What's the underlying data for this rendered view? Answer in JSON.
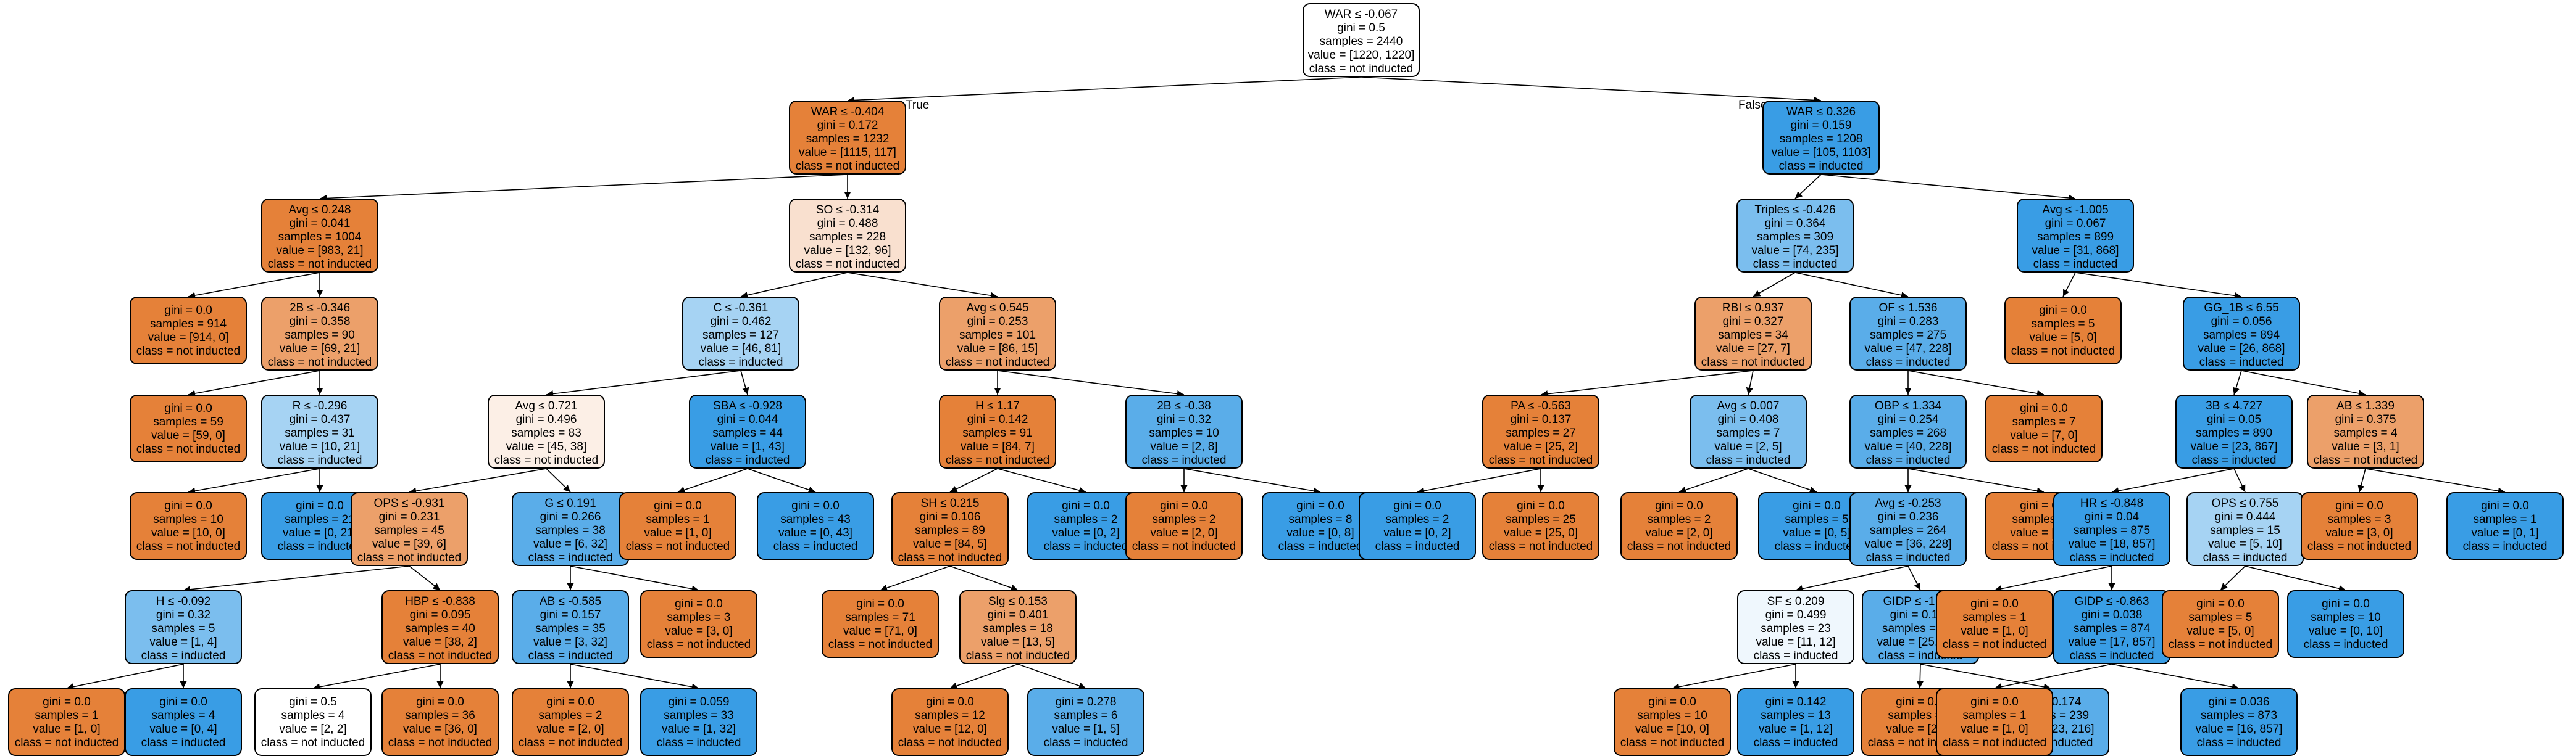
{
  "colors": {
    "orange_dark": "#e58139",
    "orange_mid": "#eca06a",
    "orange_light": "#f9e0cf",
    "orange_pale": "#fcefe6",
    "white": "#ffffff",
    "blue_dark": "#399de5",
    "blue_mid": "#5aade9",
    "blue_light": "#7bbeee",
    "blue_pale": "#a6d3f3",
    "blue_faint": "#eff7fd"
  },
  "edge_labels": {
    "true": "True",
    "false": "False"
  },
  "nodes": [
    {
      "id": "n0",
      "lines": [
        "WAR ≤ -0.067",
        "gini = 0.5",
        "samples = 2440",
        "value = [1220, 1220]",
        "class = not inducted"
      ],
      "fill": "white"
    },
    {
      "id": "n1",
      "lines": [
        "WAR ≤ -0.404",
        "gini = 0.172",
        "samples = 1232",
        "value = [1115, 117]",
        "class = not inducted"
      ],
      "fill": "orange_dark"
    },
    {
      "id": "n2",
      "lines": [
        "Avg ≤ 0.248",
        "gini = 0.041",
        "samples = 1004",
        "value = [983, 21]",
        "class = not inducted"
      ],
      "fill": "orange_dark"
    },
    {
      "id": "n3",
      "lines": [
        "gini = 0.0",
        "samples = 914",
        "value = [914, 0]",
        "class = not inducted"
      ],
      "fill": "orange_dark"
    },
    {
      "id": "n4",
      "lines": [
        "2B ≤ -0.346",
        "gini = 0.358",
        "samples = 90",
        "value = [69, 21]",
        "class = not inducted"
      ],
      "fill": "orange_mid"
    },
    {
      "id": "n5",
      "lines": [
        "gini = 0.0",
        "samples = 59",
        "value = [59, 0]",
        "class = not inducted"
      ],
      "fill": "orange_dark"
    },
    {
      "id": "n6",
      "lines": [
        "R ≤ -0.296",
        "gini = 0.437",
        "samples = 31",
        "value = [10, 21]",
        "class = inducted"
      ],
      "fill": "blue_pale"
    },
    {
      "id": "n7",
      "lines": [
        "gini = 0.0",
        "samples = 10",
        "value = [10, 0]",
        "class = not inducted"
      ],
      "fill": "orange_dark"
    },
    {
      "id": "n8",
      "lines": [
        "gini = 0.0",
        "samples = 21",
        "value = [0, 21]",
        "class = inducted"
      ],
      "fill": "blue_dark"
    },
    {
      "id": "n9",
      "lines": [
        "SO ≤ -0.314",
        "gini = 0.488",
        "samples = 228",
        "value = [132, 96]",
        "class = not inducted"
      ],
      "fill": "orange_light"
    },
    {
      "id": "n10",
      "lines": [
        "C ≤ -0.361",
        "gini = 0.462",
        "samples = 127",
        "value = [46, 81]",
        "class = inducted"
      ],
      "fill": "blue_pale"
    },
    {
      "id": "n11",
      "lines": [
        "Avg ≤ 0.721",
        "gini = 0.496",
        "samples = 83",
        "value = [45, 38]",
        "class = not inducted"
      ],
      "fill": "orange_pale"
    },
    {
      "id": "n12",
      "lines": [
        "OPS ≤ -0.931",
        "gini = 0.231",
        "samples = 45",
        "value = [39, 6]",
        "class = not inducted"
      ],
      "fill": "orange_mid"
    },
    {
      "id": "n13",
      "lines": [
        "H ≤ -0.092",
        "gini = 0.32",
        "samples = 5",
        "value = [1, 4]",
        "class = inducted"
      ],
      "fill": "blue_light"
    },
    {
      "id": "n14",
      "lines": [
        "gini = 0.0",
        "samples = 1",
        "value = [1, 0]",
        "class = not inducted"
      ],
      "fill": "orange_dark"
    },
    {
      "id": "n15",
      "lines": [
        "gini = 0.0",
        "samples = 4",
        "value = [0, 4]",
        "class = inducted"
      ],
      "fill": "blue_dark"
    },
    {
      "id": "n16",
      "lines": [
        "HBP ≤ -0.838",
        "gini = 0.095",
        "samples = 40",
        "value = [38, 2]",
        "class = not inducted"
      ],
      "fill": "orange_dark"
    },
    {
      "id": "n17",
      "lines": [
        "gini = 0.5",
        "samples = 4",
        "value = [2, 2]",
        "class = not inducted"
      ],
      "fill": "white"
    },
    {
      "id": "n18",
      "lines": [
        "gini = 0.0",
        "samples = 36",
        "value = [36, 0]",
        "class = not inducted"
      ],
      "fill": "orange_dark"
    },
    {
      "id": "n19",
      "lines": [
        "G ≤ 0.191",
        "gini = 0.266",
        "samples = 38",
        "value = [6, 32]",
        "class = inducted"
      ],
      "fill": "blue_mid"
    },
    {
      "id": "n20",
      "lines": [
        "AB ≤ -0.585",
        "gini = 0.157",
        "samples = 35",
        "value = [3, 32]",
        "class = inducted"
      ],
      "fill": "blue_mid"
    },
    {
      "id": "n21",
      "lines": [
        "gini = 0.0",
        "samples = 2",
        "value = [2, 0]",
        "class = not inducted"
      ],
      "fill": "orange_dark"
    },
    {
      "id": "n22",
      "lines": [
        "gini = 0.059",
        "samples = 33",
        "value = [1, 32]",
        "class = inducted"
      ],
      "fill": "blue_dark"
    },
    {
      "id": "n23",
      "lines": [
        "gini = 0.0",
        "samples = 3",
        "value = [3, 0]",
        "class = not inducted"
      ],
      "fill": "orange_dark"
    },
    {
      "id": "n24",
      "lines": [
        "SBA ≤ -0.928",
        "gini = 0.044",
        "samples = 44",
        "value = [1, 43]",
        "class = inducted"
      ],
      "fill": "blue_dark"
    },
    {
      "id": "n25",
      "lines": [
        "gini = 0.0",
        "samples = 1",
        "value = [1, 0]",
        "class = not inducted"
      ],
      "fill": "orange_dark"
    },
    {
      "id": "n26",
      "lines": [
        "gini = 0.0",
        "samples = 43",
        "value = [0, 43]",
        "class = inducted"
      ],
      "fill": "blue_dark"
    },
    {
      "id": "n27",
      "lines": [
        "Avg ≤ 0.545",
        "gini = 0.253",
        "samples = 101",
        "value = [86, 15]",
        "class = not inducted"
      ],
      "fill": "orange_mid"
    },
    {
      "id": "n28",
      "lines": [
        "H ≤ 1.17",
        "gini = 0.142",
        "samples = 91",
        "value = [84, 7]",
        "class = not inducted"
      ],
      "fill": "orange_dark"
    },
    {
      "id": "n29",
      "lines": [
        "SH ≤ 0.215",
        "gini = 0.106",
        "samples = 89",
        "value = [84, 5]",
        "class = not inducted"
      ],
      "fill": "orange_dark"
    },
    {
      "id": "n30",
      "lines": [
        "gini = 0.0",
        "samples = 71",
        "value = [71, 0]",
        "class = not inducted"
      ],
      "fill": "orange_dark"
    },
    {
      "id": "n31",
      "lines": [
        "Slg ≤ 0.153",
        "gini = 0.401",
        "samples = 18",
        "value = [13, 5]",
        "class = not inducted"
      ],
      "fill": "orange_mid"
    },
    {
      "id": "n32",
      "lines": [
        "gini = 0.0",
        "samples = 12",
        "value = [12, 0]",
        "class = not inducted"
      ],
      "fill": "orange_dark"
    },
    {
      "id": "n33",
      "lines": [
        "gini = 0.278",
        "samples = 6",
        "value = [1, 5]",
        "class = inducted"
      ],
      "fill": "blue_mid"
    },
    {
      "id": "n34",
      "lines": [
        "gini = 0.0",
        "samples = 2",
        "value = [0, 2]",
        "class = inducted"
      ],
      "fill": "blue_dark"
    },
    {
      "id": "n35",
      "lines": [
        "2B ≤ -0.38",
        "gini = 0.32",
        "samples = 10",
        "value = [2, 8]",
        "class = inducted"
      ],
      "fill": "blue_mid"
    },
    {
      "id": "n36",
      "lines": [
        "gini = 0.0",
        "samples = 2",
        "value = [2, 0]",
        "class = not inducted"
      ],
      "fill": "orange_dark"
    },
    {
      "id": "n37",
      "lines": [
        "gini = 0.0",
        "samples = 8",
        "value = [0, 8]",
        "class = inducted"
      ],
      "fill": "blue_dark"
    },
    {
      "id": "n38",
      "lines": [
        "WAR ≤ 0.326",
        "gini = 0.159",
        "samples = 1208",
        "value = [105, 1103]",
        "class = inducted"
      ],
      "fill": "blue_dark"
    },
    {
      "id": "n39",
      "lines": [
        "Triples ≤ -0.426",
        "gini = 0.364",
        "samples = 309",
        "value = [74, 235]",
        "class = inducted"
      ],
      "fill": "blue_light"
    },
    {
      "id": "n40",
      "lines": [
        "RBI ≤ 0.937",
        "gini = 0.327",
        "samples = 34",
        "value = [27, 7]",
        "class = not inducted"
      ],
      "fill": "orange_mid"
    },
    {
      "id": "n41",
      "lines": [
        "PA ≤ -0.563",
        "gini = 0.137",
        "samples = 27",
        "value = [25, 2]",
        "class = not inducted"
      ],
      "fill": "orange_dark"
    },
    {
      "id": "n42",
      "lines": [
        "gini = 0.0",
        "samples = 2",
        "value = [0, 2]",
        "class = inducted"
      ],
      "fill": "blue_dark"
    },
    {
      "id": "n43",
      "lines": [
        "gini = 0.0",
        "samples = 25",
        "value = [25, 0]",
        "class = not inducted"
      ],
      "fill": "orange_dark"
    },
    {
      "id": "n44",
      "lines": [
        "Avg ≤ 0.007",
        "gini = 0.408",
        "samples = 7",
        "value = [2, 5]",
        "class = inducted"
      ],
      "fill": "blue_light"
    },
    {
      "id": "n45",
      "lines": [
        "gini = 0.0",
        "samples = 2",
        "value = [2, 0]",
        "class = not inducted"
      ],
      "fill": "orange_dark"
    },
    {
      "id": "n46",
      "lines": [
        "gini = 0.0",
        "samples = 5",
        "value = [0, 5]",
        "class = inducted"
      ],
      "fill": "blue_dark"
    },
    {
      "id": "n47",
      "lines": [
        "OF ≤ 1.536",
        "gini = 0.283",
        "samples = 275",
        "value = [47, 228]",
        "class = inducted"
      ],
      "fill": "blue_mid"
    },
    {
      "id": "n48",
      "lines": [
        "OBP ≤ 1.334",
        "gini = 0.254",
        "samples = 268",
        "value = [40, 228]",
        "class = inducted"
      ],
      "fill": "blue_mid"
    },
    {
      "id": "n49",
      "lines": [
        "Avg ≤ -0.253",
        "gini = 0.236",
        "samples = 264",
        "value = [36, 228]",
        "class = inducted"
      ],
      "fill": "blue_mid"
    },
    {
      "id": "n50",
      "lines": [
        "SF ≤ 0.209",
        "gini = 0.499",
        "samples = 23",
        "value = [11, 12]",
        "class = inducted"
      ],
      "fill": "blue_faint"
    },
    {
      "id": "n51",
      "lines": [
        "gini = 0.0",
        "samples = 10",
        "value = [10, 0]",
        "class = not inducted"
      ],
      "fill": "orange_dark"
    },
    {
      "id": "n52",
      "lines": [
        "gini = 0.142",
        "samples = 13",
        "value = [1, 12]",
        "class = inducted"
      ],
      "fill": "blue_dark"
    },
    {
      "id": "n53",
      "lines": [
        "GIDP ≤ -1.221",
        "gini = 0.186",
        "samples = 241",
        "value = [25, 216]",
        "class = inducted"
      ],
      "fill": "blue_mid"
    },
    {
      "id": "n54",
      "lines": [
        "gini = 0.0",
        "samples = 2",
        "value = [2, 0]",
        "class = not inducted"
      ],
      "fill": "orange_dark"
    },
    {
      "id": "n55",
      "lines": [
        "gini = 0.174",
        "samples = 239",
        "value = [23, 216]",
        "class = inducted"
      ],
      "fill": "blue_mid"
    },
    {
      "id": "n56",
      "lines": [
        "gini = 0.0",
        "samples = 4",
        "value = [4, 0]",
        "class = not inducted"
      ],
      "fill": "orange_dark"
    },
    {
      "id": "n57",
      "lines": [
        "gini = 0.0",
        "samples = 7",
        "value = [7, 0]",
        "class = not inducted"
      ],
      "fill": "orange_dark"
    },
    {
      "id": "n58",
      "lines": [
        "Avg ≤ -1.005",
        "gini = 0.067",
        "samples = 899",
        "value = [31, 868]",
        "class = inducted"
      ],
      "fill": "blue_dark"
    },
    {
      "id": "n59",
      "lines": [
        "gini = 0.0",
        "samples = 5",
        "value = [5, 0]",
        "class = not inducted"
      ],
      "fill": "orange_dark"
    },
    {
      "id": "n60",
      "lines": [
        "GG_1B ≤ 6.55",
        "gini = 0.056",
        "samples = 894",
        "value = [26, 868]",
        "class = inducted"
      ],
      "fill": "blue_dark"
    },
    {
      "id": "n61",
      "lines": [
        "3B ≤ 4.727",
        "gini = 0.05",
        "samples = 890",
        "value = [23, 867]",
        "class = inducted"
      ],
      "fill": "blue_dark"
    },
    {
      "id": "n62",
      "lines": [
        "HR ≤ -0.848",
        "gini = 0.04",
        "samples = 875",
        "value = [18, 857]",
        "class = inducted"
      ],
      "fill": "blue_dark"
    },
    {
      "id": "n63",
      "lines": [
        "gini = 0.0",
        "samples = 1",
        "value = [1, 0]",
        "class = not inducted"
      ],
      "fill": "orange_dark"
    },
    {
      "id": "n64",
      "lines": [
        "GIDP ≤ -0.863",
        "gini = 0.038",
        "samples = 874",
        "value = [17, 857]",
        "class = inducted"
      ],
      "fill": "blue_dark"
    },
    {
      "id": "n65",
      "lines": [
        "gini = 0.0",
        "samples = 1",
        "value = [1, 0]",
        "class = not inducted"
      ],
      "fill": "orange_dark"
    },
    {
      "id": "n66",
      "lines": [
        "gini = 0.036",
        "samples = 873",
        "value = [16, 857]",
        "class = inducted"
      ],
      "fill": "blue_dark"
    },
    {
      "id": "n67",
      "lines": [
        "OPS ≤ 0.755",
        "gini = 0.444",
        "samples = 15",
        "value = [5, 10]",
        "class = inducted"
      ],
      "fill": "blue_pale"
    },
    {
      "id": "n68",
      "lines": [
        "gini = 0.0",
        "samples = 5",
        "value = [5, 0]",
        "class = not inducted"
      ],
      "fill": "orange_dark"
    },
    {
      "id": "n69",
      "lines": [
        "gini = 0.0",
        "samples = 10",
        "value = [0, 10]",
        "class = inducted"
      ],
      "fill": "blue_dark"
    },
    {
      "id": "n70",
      "lines": [
        "AB ≤ 1.339",
        "gini = 0.375",
        "samples = 4",
        "value = [3, 1]",
        "class = not inducted"
      ],
      "fill": "orange_mid"
    },
    {
      "id": "n71",
      "lines": [
        "gini = 0.0",
        "samples = 3",
        "value = [3, 0]",
        "class = not inducted"
      ],
      "fill": "orange_dark"
    },
    {
      "id": "n72",
      "lines": [
        "gini = 0.0",
        "samples = 1",
        "value = [0, 1]",
        "class = inducted"
      ],
      "fill": "blue_dark"
    }
  ],
  "edges": [
    [
      "n0",
      "n1"
    ],
    [
      "n0",
      "n38"
    ],
    [
      "n1",
      "n2"
    ],
    [
      "n1",
      "n9"
    ],
    [
      "n2",
      "n3"
    ],
    [
      "n2",
      "n4"
    ],
    [
      "n4",
      "n5"
    ],
    [
      "n4",
      "n6"
    ],
    [
      "n6",
      "n7"
    ],
    [
      "n6",
      "n8"
    ],
    [
      "n9",
      "n10"
    ],
    [
      "n9",
      "n27"
    ],
    [
      "n10",
      "n11"
    ],
    [
      "n10",
      "n24"
    ],
    [
      "n11",
      "n12"
    ],
    [
      "n11",
      "n19"
    ],
    [
      "n12",
      "n13"
    ],
    [
      "n12",
      "n16"
    ],
    [
      "n13",
      "n14"
    ],
    [
      "n13",
      "n15"
    ],
    [
      "n16",
      "n17"
    ],
    [
      "n16",
      "n18"
    ],
    [
      "n19",
      "n20"
    ],
    [
      "n19",
      "n23"
    ],
    [
      "n20",
      "n21"
    ],
    [
      "n20",
      "n22"
    ],
    [
      "n24",
      "n25"
    ],
    [
      "n24",
      "n26"
    ],
    [
      "n27",
      "n28"
    ],
    [
      "n27",
      "n35"
    ],
    [
      "n28",
      "n29"
    ],
    [
      "n28",
      "n34"
    ],
    [
      "n29",
      "n30"
    ],
    [
      "n29",
      "n31"
    ],
    [
      "n31",
      "n32"
    ],
    [
      "n31",
      "n33"
    ],
    [
      "n35",
      "n36"
    ],
    [
      "n35",
      "n37"
    ],
    [
      "n38",
      "n39"
    ],
    [
      "n38",
      "n58"
    ],
    [
      "n39",
      "n40"
    ],
    [
      "n39",
      "n47"
    ],
    [
      "n40",
      "n41"
    ],
    [
      "n40",
      "n44"
    ],
    [
      "n41",
      "n42"
    ],
    [
      "n41",
      "n43"
    ],
    [
      "n44",
      "n45"
    ],
    [
      "n44",
      "n46"
    ],
    [
      "n47",
      "n48"
    ],
    [
      "n47",
      "n57"
    ],
    [
      "n48",
      "n49"
    ],
    [
      "n48",
      "n56"
    ],
    [
      "n49",
      "n50"
    ],
    [
      "n49",
      "n53"
    ],
    [
      "n50",
      "n51"
    ],
    [
      "n50",
      "n52"
    ],
    [
      "n53",
      "n54"
    ],
    [
      "n53",
      "n55"
    ],
    [
      "n58",
      "n59"
    ],
    [
      "n58",
      "n60"
    ],
    [
      "n60",
      "n61"
    ],
    [
      "n60",
      "n70"
    ],
    [
      "n61",
      "n62"
    ],
    [
      "n61",
      "n67"
    ],
    [
      "n62",
      "n63"
    ],
    [
      "n62",
      "n64"
    ],
    [
      "n64",
      "n65"
    ],
    [
      "n64",
      "n66"
    ],
    [
      "n67",
      "n68"
    ],
    [
      "n67",
      "n69"
    ],
    [
      "n70",
      "n71"
    ],
    [
      "n70",
      "n72"
    ]
  ]
}
